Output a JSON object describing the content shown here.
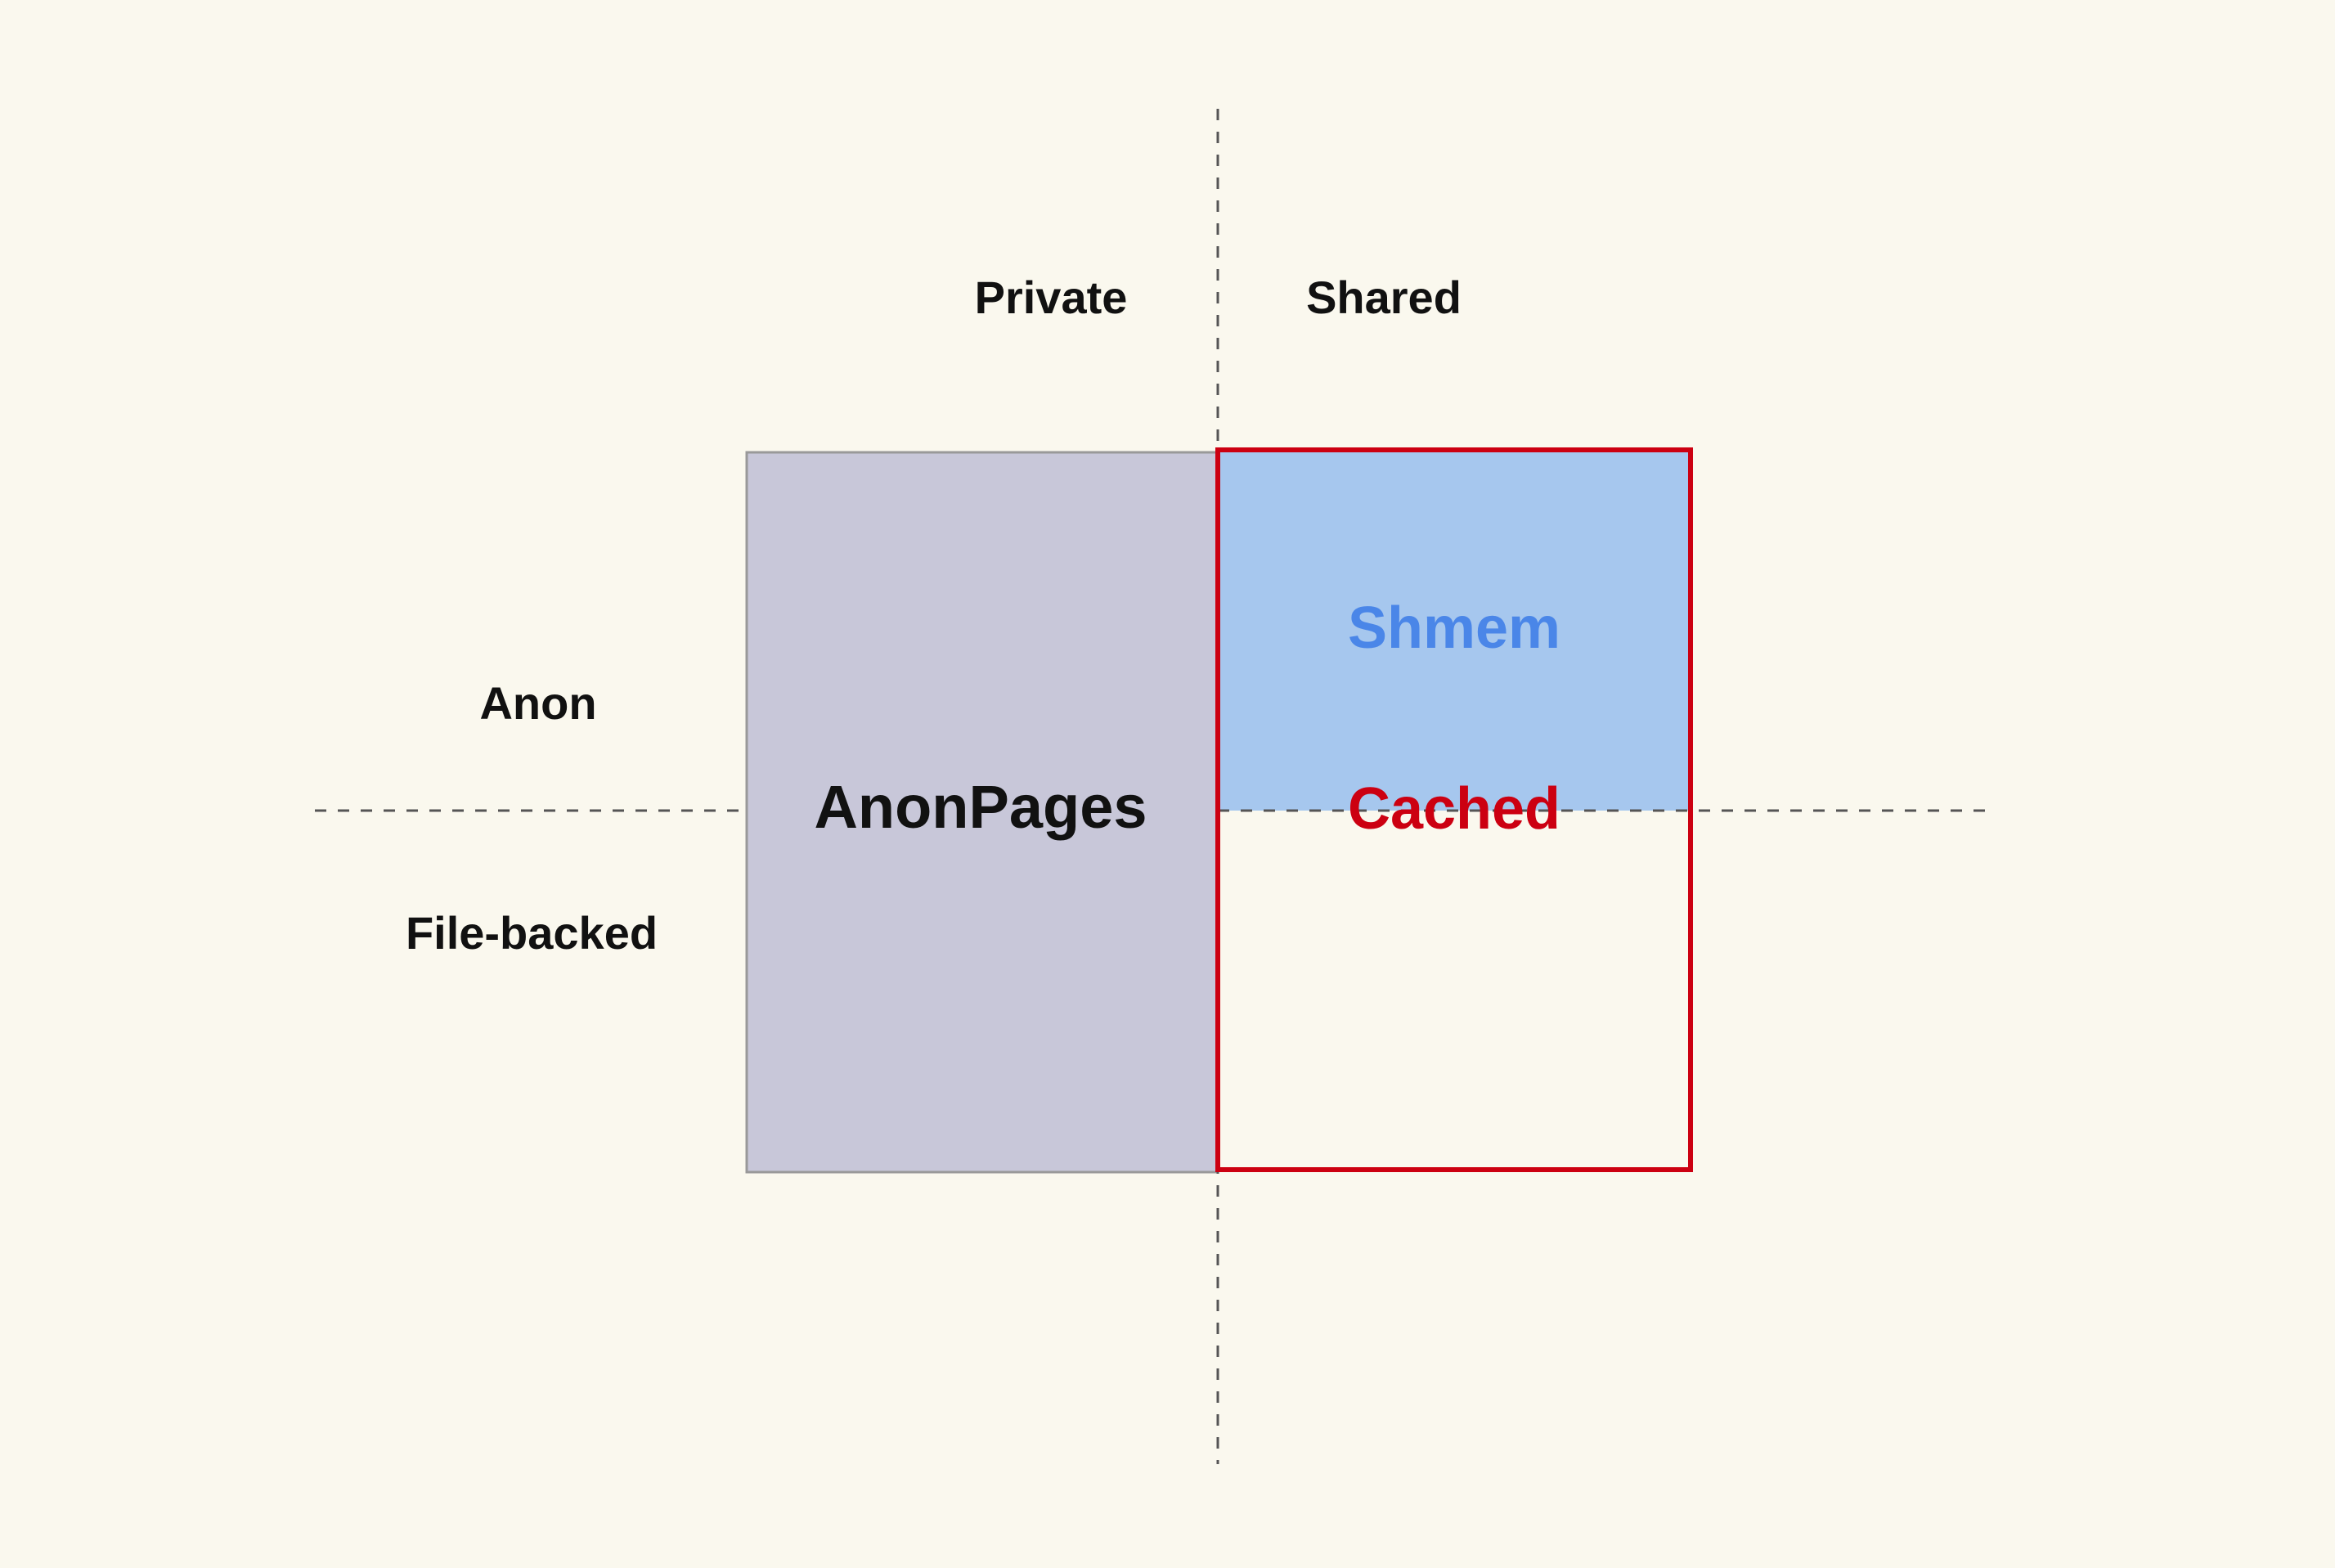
{
  "columns": {
    "private_label": "Private",
    "shared_label": "Shared"
  },
  "rows": {
    "anon_label": "Anon",
    "file_backed_label": "File-backed"
  },
  "regions": {
    "anon_pages_label": "AnonPages",
    "shmem_label": "Shmem",
    "cached_label": "Cached"
  },
  "colors": {
    "background": "#faf8ee",
    "anon_pages_fill": "#c8c7d9",
    "anon_pages_border": "#999999",
    "shmem_fill": "#a6c7ee",
    "shmem_text": "#4a86e8",
    "cached_border": "#cc0011",
    "cached_text": "#cc0011",
    "text_dark": "#111111",
    "guide_line": "#555555"
  }
}
